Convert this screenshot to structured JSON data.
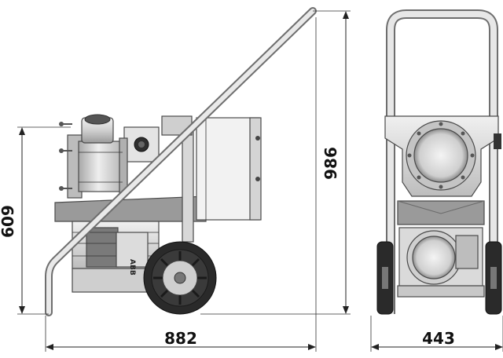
{
  "dimensions": {
    "overall_height": "986",
    "body_height": "609",
    "length": "882",
    "width": "443"
  },
  "brand_mark": "ABB",
  "colors": {
    "background": "#ffffff",
    "dimension_line": "#222222",
    "metal_light": "#e6e6e6",
    "metal_mid": "#c2c2c2",
    "metal_dark": "#8a8a8a",
    "rubber": "#2a2a2a",
    "foam": "#9a9a9a"
  }
}
